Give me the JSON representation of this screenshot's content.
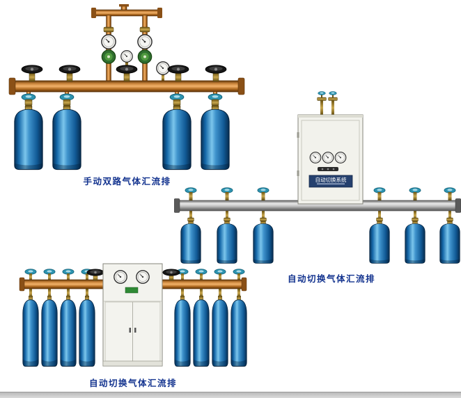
{
  "page": {
    "background_color": "#ffffff"
  },
  "products": [
    {
      "id": "manual-dual-manifold",
      "caption": "手动双路气体汇流排",
      "cylinder_count": 4
    },
    {
      "id": "auto-switch-manifold-wall",
      "caption": "自动切换气体汇流排",
      "cabinet_label": "自动切换系统",
      "cylinder_count": 6
    },
    {
      "id": "auto-switch-manifold-cabinet",
      "caption": "自动切换气体汇流排",
      "cylinder_count": 8
    }
  ],
  "colors": {
    "caption_text": "#13338f",
    "cylinder_blue": "#1d6fae",
    "copper_pipe": "#c8833a",
    "steel_pipe": "#c2c2c2",
    "valve_wheel_teal": "#2d93b0",
    "valve_wheel_black": "#161616",
    "cabinet_body": "#f2f2ec",
    "cabinet_plate": "#25406e"
  }
}
